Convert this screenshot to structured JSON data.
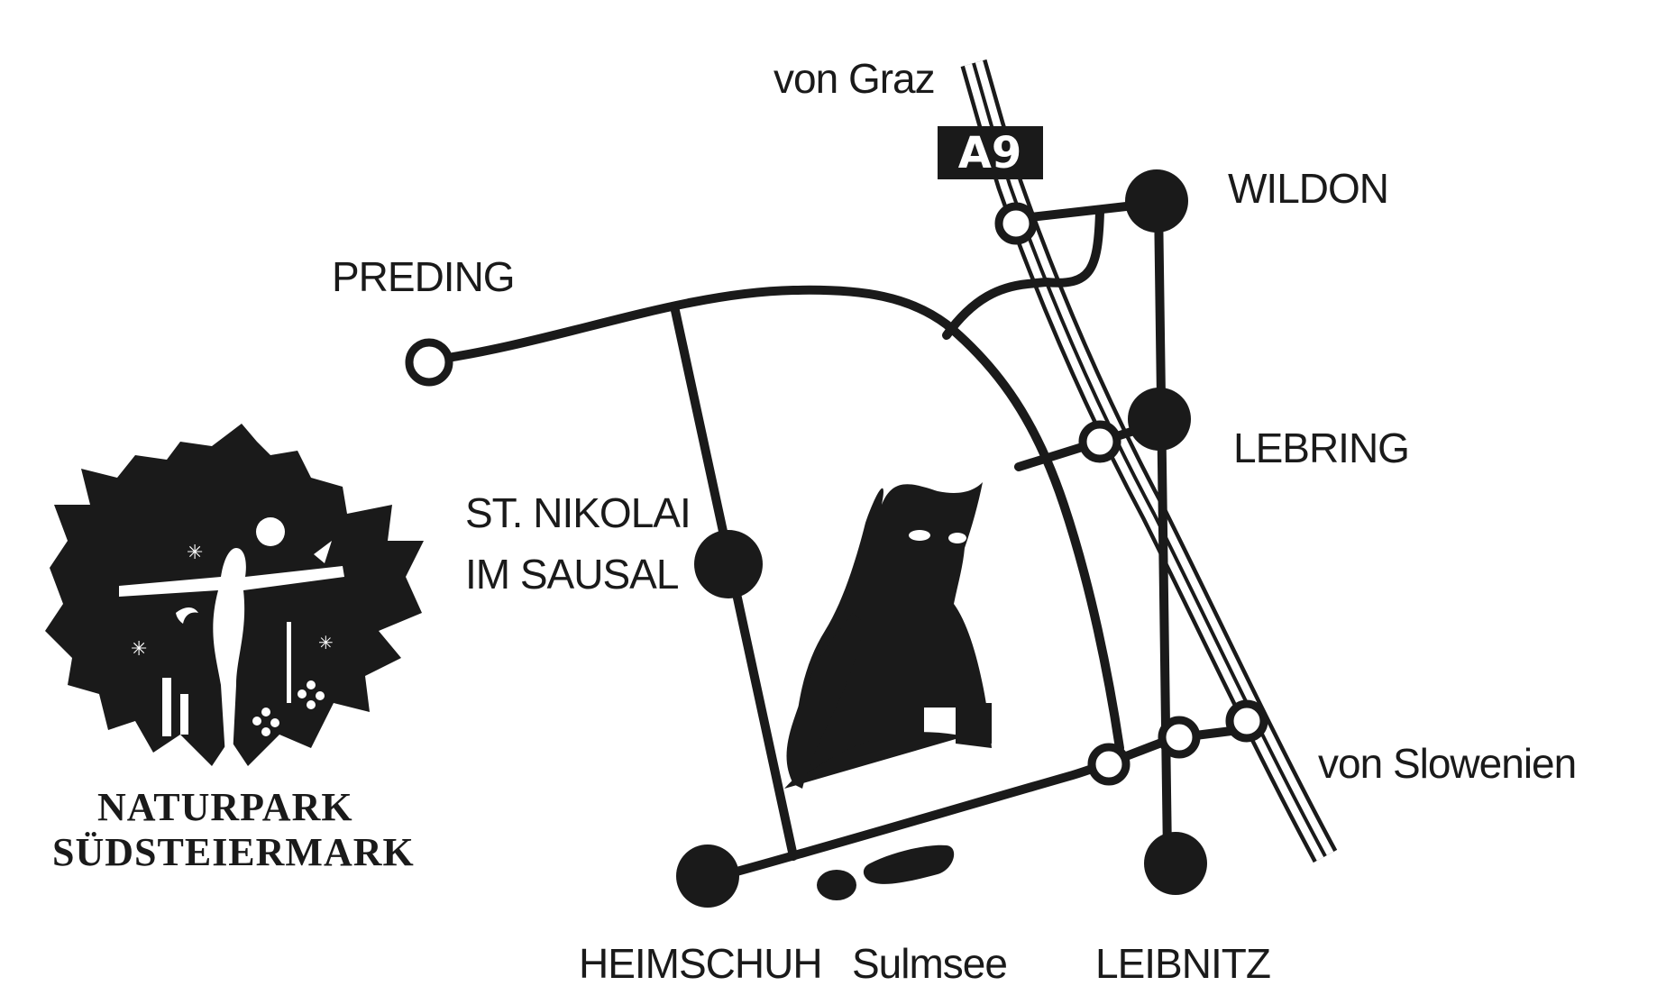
{
  "map": {
    "places": {
      "preding": "PREDING",
      "st_nikolai_line1": "ST. NIKOLAI",
      "st_nikolai_line2": "IM SAUSAL",
      "wildon": "WILDON",
      "lebring": "LEBRING",
      "heimschuh": "HEIMSCHUH",
      "sulmsee": "Sulmsee",
      "leibnitz": "LEIBNITZ"
    },
    "directions": {
      "from_graz": "von Graz",
      "from_slovenia": "von Slowenien"
    },
    "motorway_shield": "A9",
    "colors": {
      "ink": "#1a1a1a",
      "paper": "#ffffff"
    }
  },
  "logo": {
    "line1": "NATURPARK",
    "line2": "SÜDSTEIERMARK",
    "icon": "vine-leaf-icon"
  }
}
